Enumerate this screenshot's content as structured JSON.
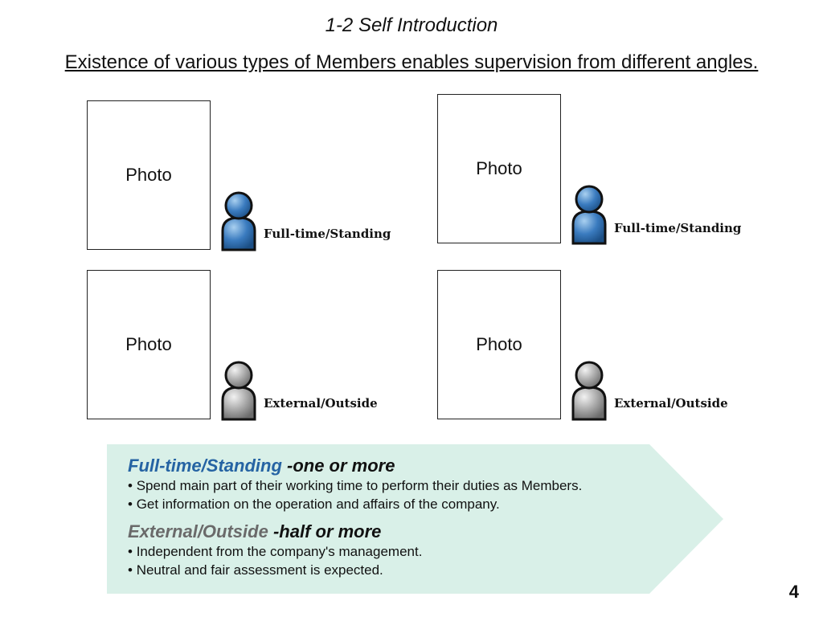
{
  "slide": {
    "title": "1-2 Self Introduction",
    "subtitle": "Existence of various types of Members enables supervision from different angles.",
    "page_number": "4"
  },
  "members": [
    {
      "photo_label": "Photo",
      "role": "Full-time/Standing",
      "icon": "person-icon",
      "icon_color": "#2f6ea8"
    },
    {
      "photo_label": "Photo",
      "role": "Full-time/Standing",
      "icon": "person-icon",
      "icon_color": "#2f6ea8"
    },
    {
      "photo_label": "Photo",
      "role": "External/Outside",
      "icon": "person-icon",
      "icon_color": "#9a9a9a"
    },
    {
      "photo_label": "Photo",
      "role": "External/Outside",
      "icon": "person-icon",
      "icon_color": "#9a9a9a"
    }
  ],
  "info": {
    "background": "#d9f0e8",
    "fulltime": {
      "term": "Full-time/Standing",
      "qualifier": " -one or more",
      "color": "#2563a3",
      "bullets": [
        "Spend main part of their working time to perform their duties as Members.",
        "Get information on the operation and affairs of the company."
      ]
    },
    "external": {
      "term": "External/Outside",
      "qualifier": " -half or more",
      "color": "#6a6a6a",
      "bullets": [
        "Independent from the company's management.",
        "Neutral and fair assessment is expected."
      ]
    }
  }
}
